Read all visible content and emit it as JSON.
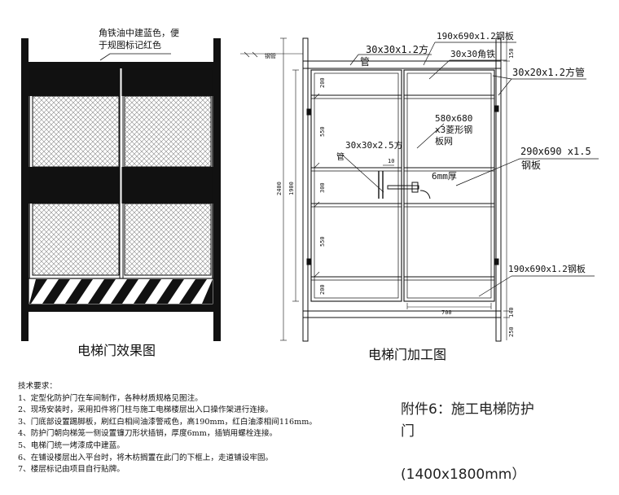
{
  "left_view": {
    "note_line1": "角铁油中建蓝色，便",
    "note_line2": "于规图标记红色",
    "caption": "电梯门效果图"
  },
  "right_view": {
    "caption": "电梯门加工图",
    "label_top_plate": "190x690x1.2钢板",
    "label_top_tube": "30x30x1.2方",
    "label_top_tube_b": "管",
    "label_angle": "30x30角铁",
    "label_side_tube": "30x20x1.2方管",
    "label_mesh_1": "580x680",
    "label_mesh_2": "x3菱形钢",
    "label_mesh_3": "板网",
    "label_inner_tube_1": "30x30x2.5方",
    "label_inner_tube_2": "管",
    "label_mid_plate_1": "290x690  x1.5",
    "label_mid_plate_2": "钢板",
    "label_6mm": "6mm厚",
    "label_bottom_plate": "190x690x1.2钢板",
    "label_small_10": "10",
    "label_small_steel": "钢管",
    "dim_2400": "2400",
    "dim_1900": "1900",
    "dim_200_top": "200",
    "dim_550_top": "550",
    "dim_300": "300",
    "dim_550_bot": "550",
    "dim_200_bot": "200",
    "dim_700": "700",
    "dim_150": "150",
    "dim_140": "140",
    "dim_250": "250"
  },
  "requirements": {
    "heading": "技术要求：",
    "items": [
      "1、定型化防护门在车间制作，各种材质规格见图注。",
      "2、现场安装时，采用扣件将门柱与施工电梯楼层出入口操作架进行连接。",
      "3、门底部设置踢脚板，刷红白相间油漆警戒色，高190mm，红白油漆相间116mm。",
      "4、防护门朝向梯笼一侧设置镰刀形状插销，厚度6mm，插销用螺栓连接。",
      "5、电梯门统一烤漆成中建蓝。",
      "6、在铺设楼层出入平台时，将木枋搁置在此门的下框上，走道铺设牢固。",
      "7、楼层标记由项目自行贴牌。"
    ]
  },
  "attachment": {
    "title_line1": "附件6：施工电梯防护",
    "title_line2": "门",
    "size": "(1400x1800mm）"
  },
  "colors": {
    "line": "#111111",
    "hatch": "#777777",
    "background": "#ffffff"
  }
}
